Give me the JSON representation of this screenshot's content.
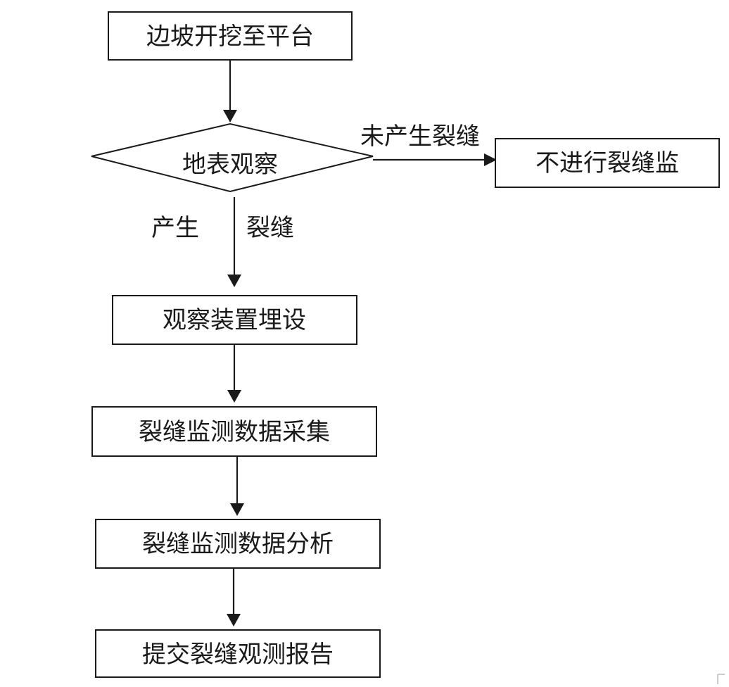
{
  "nodes": {
    "start": "边坡开挖至平台",
    "decision": "地表观察",
    "no_monitor": "不进行裂缝监",
    "install": "观察装置埋设",
    "collect": "裂缝监测数据采集",
    "analyze": "裂缝监测数据分析",
    "report": "提交裂缝观测报告"
  },
  "edges": {
    "no_crack": "未产生裂缝",
    "crack_left": "产生",
    "crack_right": "裂缝"
  }
}
